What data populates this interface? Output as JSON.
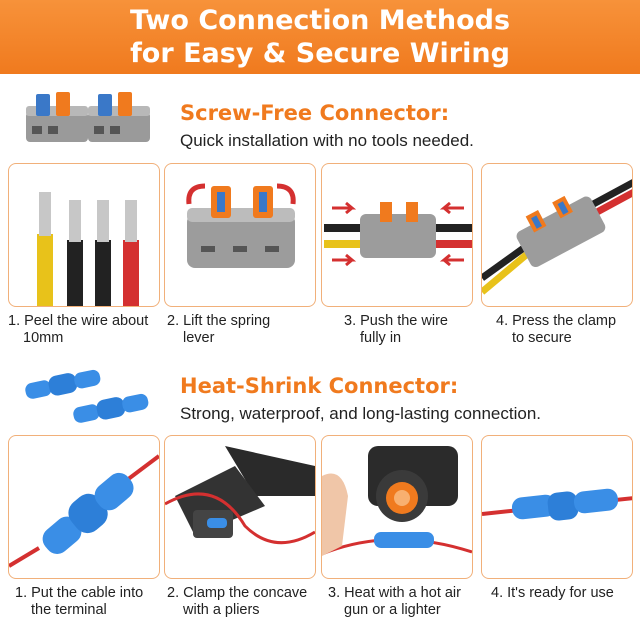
{
  "banner": {
    "line1": "Two Connection Methods",
    "line2": "for Easy & Secure Wiring"
  },
  "colors": {
    "accent": "#f07a1e",
    "card_border": "#f1b07a"
  },
  "screw_free": {
    "title": "Screw-Free Connector:",
    "description": "Quick installation with no tools needed.",
    "steps": [
      {
        "line1": "1. Peel the wire about",
        "line2": "10mm"
      },
      {
        "line1": "2. Lift the spring",
        "line2": "lever"
      },
      {
        "line1": "3. Push the wire",
        "line2": "fully in"
      },
      {
        "line1": "4. Press the clamp",
        "line2": "to secure"
      }
    ]
  },
  "heat_shrink": {
    "title": "Heat-Shrink Connector:",
    "description": "Strong, waterproof, and long-lasting connection.",
    "steps": [
      {
        "line1": "1. Put the cable into",
        "line2": "the terminal"
      },
      {
        "line1": "2. Clamp the concave",
        "line2": "with a pliers"
      },
      {
        "line1": "3. Heat with a hot air",
        "line2": "gun or a lighter"
      },
      {
        "line1": "4. It's ready for use",
        "line2": ""
      }
    ]
  }
}
